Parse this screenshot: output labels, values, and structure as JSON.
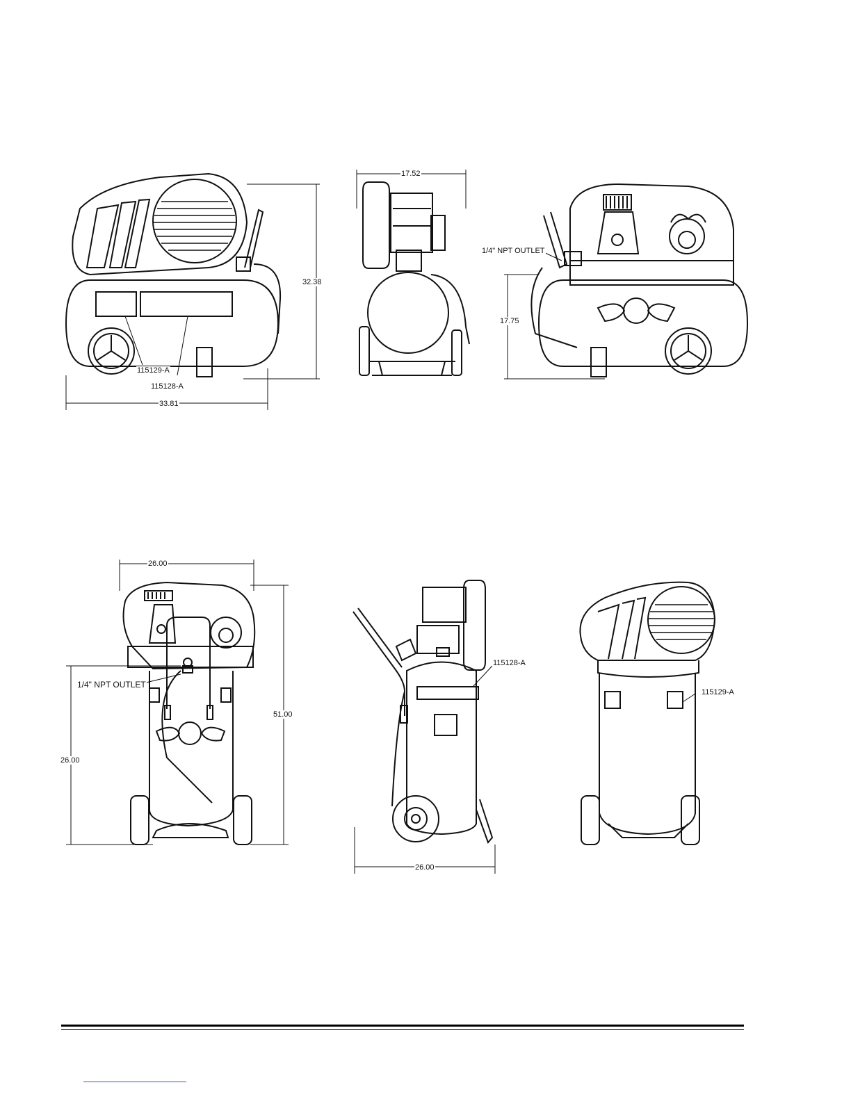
{
  "horizontal_models": {
    "front_view": {
      "label_decal_small": "115129-A",
      "label_decal_large": "115128-A",
      "dim_length": "33.81",
      "dim_height": "32.38"
    },
    "end_view": {
      "dim_width": "17.52"
    },
    "rear_view": {
      "outlet_label": "1/4\" NPT OUTLET",
      "dim_tank_height": "17.75"
    }
  },
  "vertical_models": {
    "front_view": {
      "dim_width": "26.00",
      "dim_outlet_height": "26.00",
      "dim_height": "51.00",
      "outlet_label": "1/4\" NPT OUTLET"
    },
    "side_view": {
      "label_decal_large": "115128-A",
      "dim_depth": "26.00"
    },
    "back_view": {
      "label_decal_small": "115129-A"
    }
  },
  "colors": {
    "line": "#111111",
    "rule": "#000000",
    "link_stub": "#3355aa"
  }
}
